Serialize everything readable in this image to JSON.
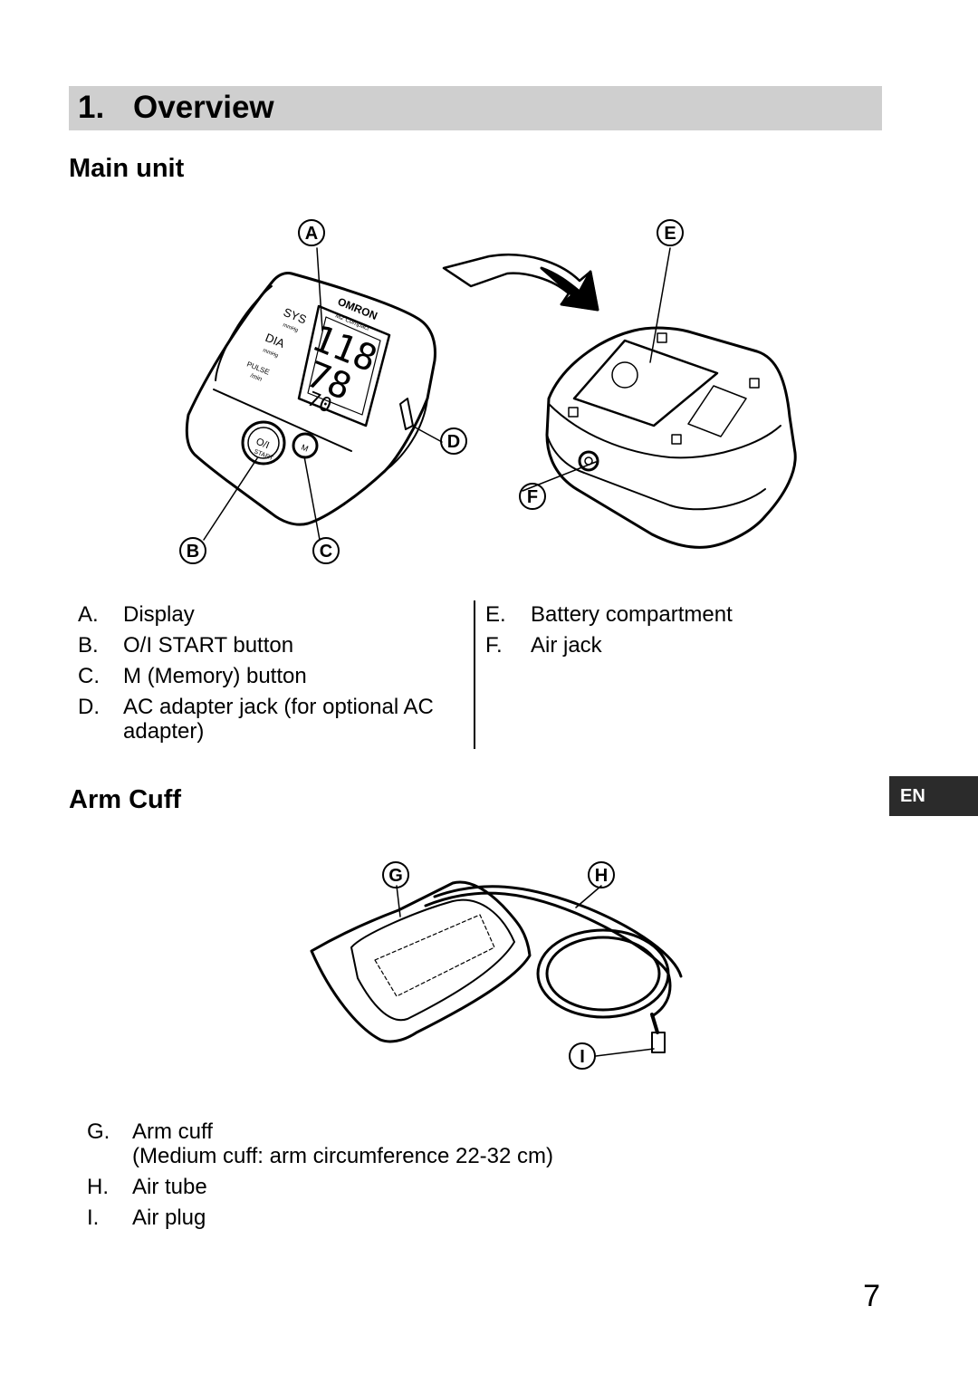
{
  "section": {
    "number": "1.",
    "title": "Overview"
  },
  "main_unit": {
    "heading": "Main unit",
    "callouts": [
      "A",
      "B",
      "C",
      "D",
      "E",
      "F"
    ],
    "device_labels": {
      "brand": "OMRON",
      "model": "M2 Compact",
      "sys": "SYS",
      "dia": "DIA",
      "pulse": "PULSE",
      "mmhg": "mmHg",
      "per_min": "/min",
      "start_button": "O/I",
      "start_text": "START",
      "memory_button": "M",
      "sys_value": "118",
      "dia_value": "78",
      "pulse_value": "70"
    },
    "left_items": [
      {
        "key": "A.",
        "text": "Display"
      },
      {
        "key": "B.",
        "text": "O/I START button"
      },
      {
        "key": "C.",
        "text": "M (Memory) button"
      },
      {
        "key": "D.",
        "text": "AC adapter jack (for optional AC adapter)"
      }
    ],
    "right_items": [
      {
        "key": "E.",
        "text": "Battery compartment"
      },
      {
        "key": "F.",
        "text": "Air jack"
      }
    ]
  },
  "arm_cuff": {
    "heading": "Arm Cuff",
    "callouts": [
      "G",
      "H",
      "I"
    ],
    "items": [
      {
        "key": "G.",
        "text": "Arm cuff",
        "note": "(Medium cuff: arm circumference 22-32 cm)"
      },
      {
        "key": "H.",
        "text": "Air tube"
      },
      {
        "key": "I.",
        "text": "Air plug"
      }
    ]
  },
  "language_tab": "EN",
  "page_number": "7"
}
